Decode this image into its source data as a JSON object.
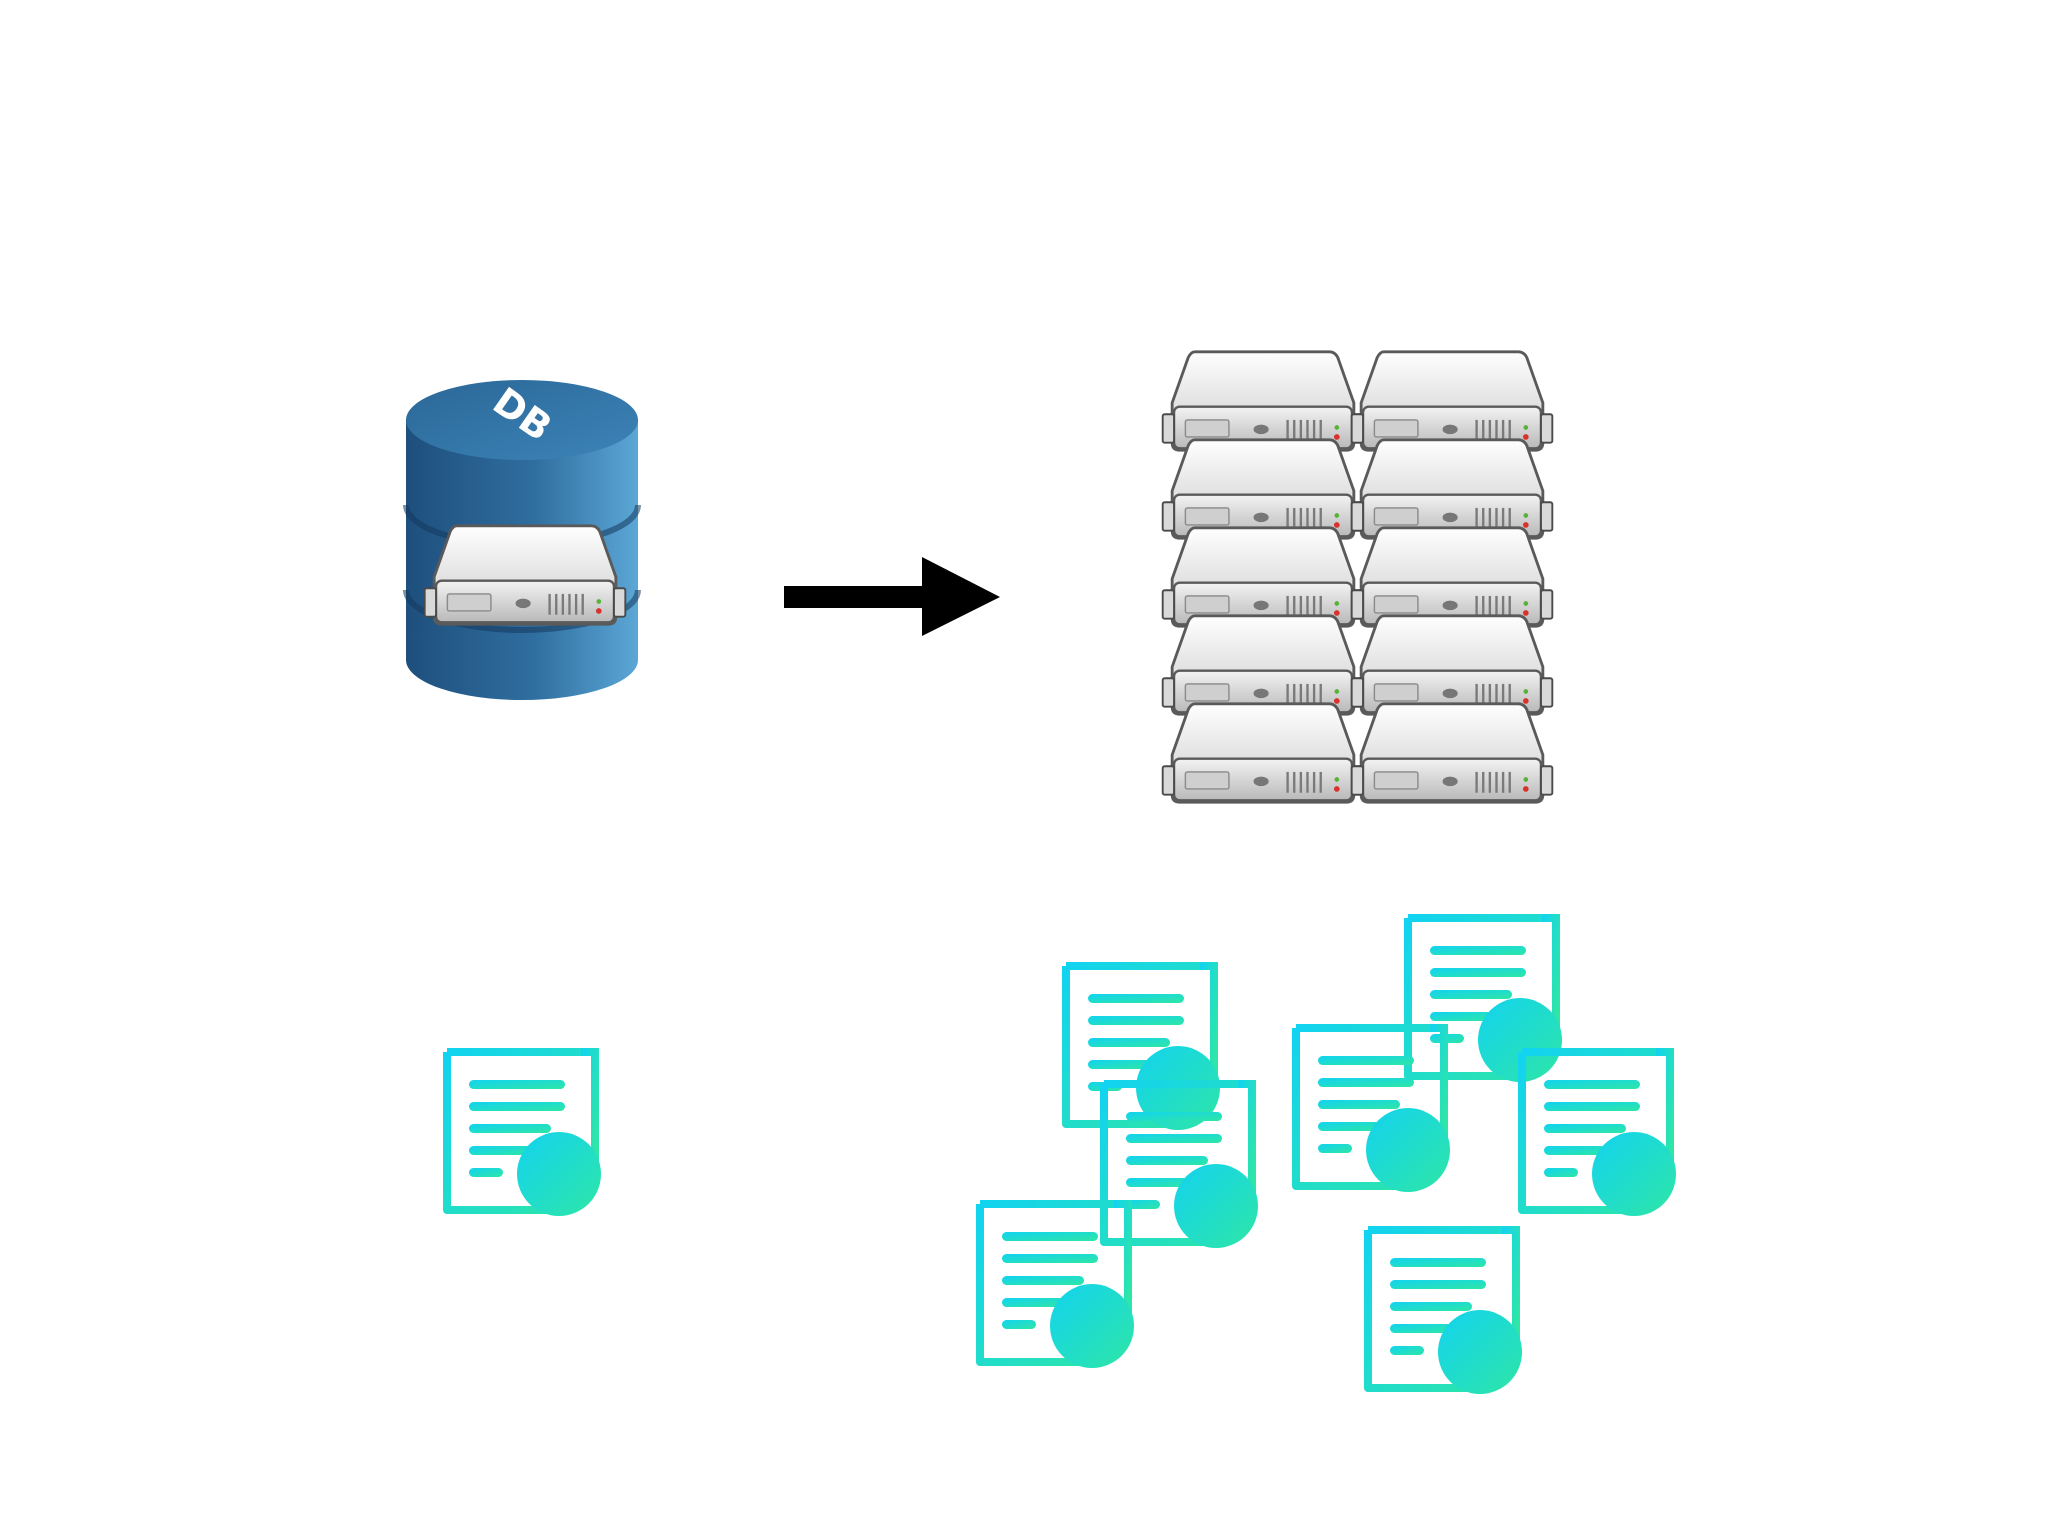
{
  "diagram": {
    "database": {
      "label": "DB",
      "icon": "database-icon",
      "colors": {
        "body_dark": "#1e4f7d",
        "body_light": "#5ba7d6",
        "top": "#2a6797"
      }
    },
    "arrow": {
      "icon": "arrow-right-icon",
      "color": "#000000"
    },
    "server_cluster": {
      "icon": "server-icon",
      "rows": 5,
      "columns": 2
    },
    "documents": {
      "icon": "document-icon",
      "left_count": 1,
      "right_count": 7,
      "colors": {
        "cyan": "#12d3f0",
        "green": "#2ee6a6"
      }
    }
  }
}
